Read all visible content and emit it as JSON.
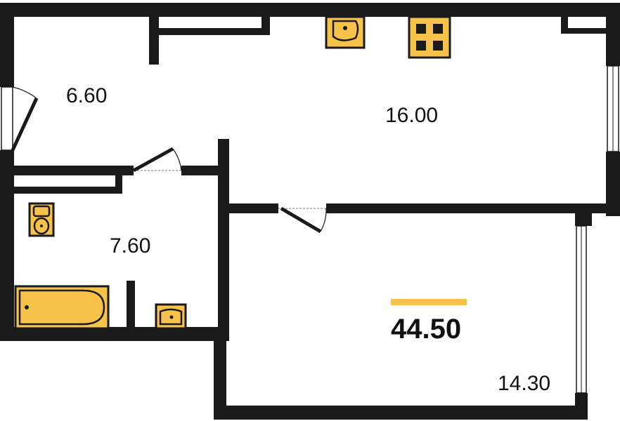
{
  "plan": {
    "rooms": [
      {
        "id": "hall",
        "area": "6.60"
      },
      {
        "id": "kitchen-living",
        "area": "16.00"
      },
      {
        "id": "bathroom",
        "area": "7.60"
      },
      {
        "id": "bedroom",
        "area": "14.30"
      }
    ],
    "total_area": "44.50",
    "colors": {
      "wall": "#1a1a1a",
      "fixture": "#f6c24a",
      "accent_bar": "#f6c24a",
      "background": "#ffffff"
    }
  }
}
